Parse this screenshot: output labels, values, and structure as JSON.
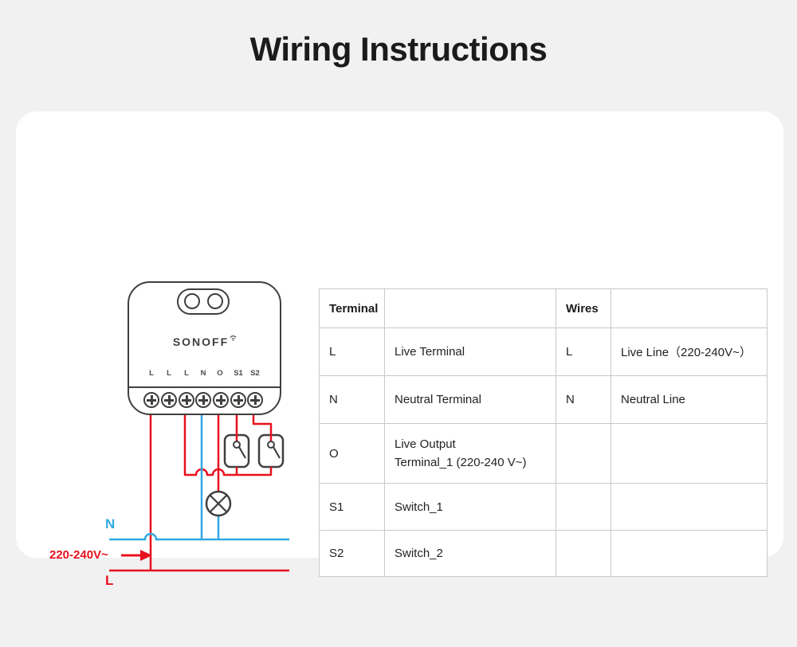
{
  "page": {
    "title": "Wiring Instructions"
  },
  "colors": {
    "live": "#e8101e",
    "neutral": "#2eaae1",
    "outline": "#3f3f3f"
  },
  "device": {
    "brand": "SONOFF",
    "terminals": [
      "L",
      "L",
      "L",
      "N",
      "O",
      "S1",
      "S2"
    ]
  },
  "diagram_labels": {
    "neutral_line": "N",
    "live_line": "L",
    "voltage": "220-240V~"
  },
  "table": {
    "header": {
      "terminal": "Terminal",
      "wires": "Wires"
    },
    "rows": [
      {
        "terminal": "L",
        "terminal_desc": "Live Terminal",
        "wire": "L",
        "wire_desc": "Live Line（220-240V~）"
      },
      {
        "terminal": "N",
        "terminal_desc": "Neutral Terminal",
        "wire": "N",
        "wire_desc": "Neutral Line"
      },
      {
        "terminal": "O",
        "terminal_desc_line1": "Live Output",
        "terminal_desc_line2": "Terminal_1 (220-240 V~)",
        "wire": "",
        "wire_desc": ""
      },
      {
        "terminal": "S1",
        "terminal_desc": "Switch_1",
        "wire": "",
        "wire_desc": ""
      },
      {
        "terminal": "S2",
        "terminal_desc": "Switch_2",
        "wire": "",
        "wire_desc": ""
      }
    ]
  }
}
